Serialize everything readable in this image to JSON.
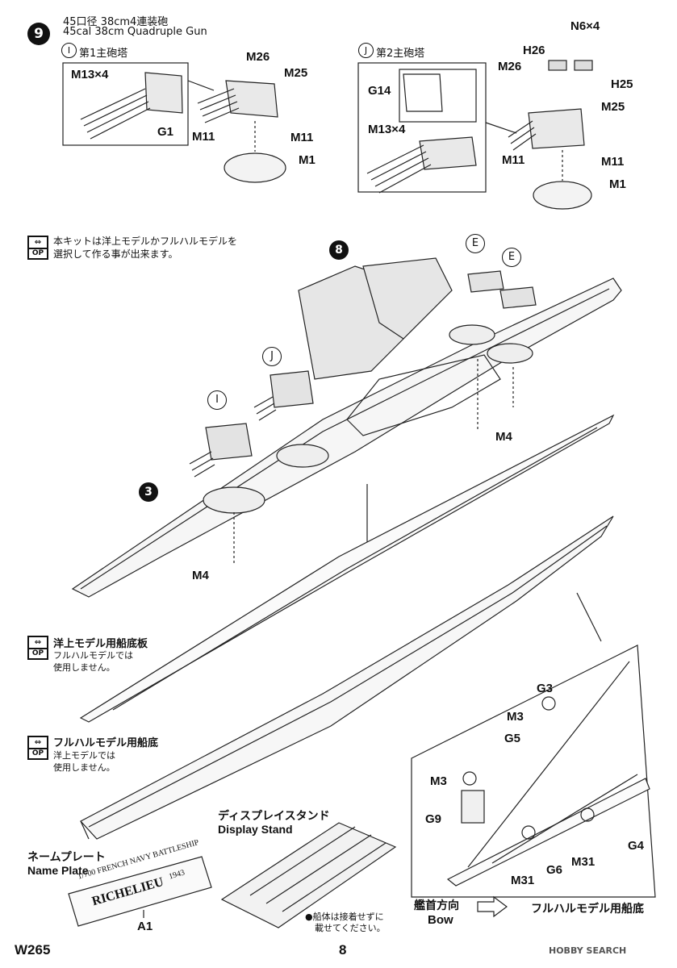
{
  "step": {
    "number": "9",
    "title_jp": "45口径 38cm4連装砲",
    "title_en": "45cal 38cm Quadruple Gun"
  },
  "turret_i": {
    "marker": "I",
    "title": "第1主砲塔",
    "labels": {
      "m13": "M13×4",
      "g1": "G1",
      "m26": "M26",
      "m25": "M25",
      "m11a": "M11",
      "m11b": "M11",
      "m1": "M1"
    }
  },
  "turret_j": {
    "marker": "J",
    "title": "第2主砲塔",
    "labels": {
      "n6": "N6×4",
      "h26": "H26",
      "m26": "M26",
      "h25": "H25",
      "g14": "G14",
      "m25": "M25",
      "m13": "M13×4",
      "m11a": "M11",
      "m11b": "M11",
      "m1": "M1"
    }
  },
  "option_note": {
    "icon_top": "⇔",
    "icon_bottom": "OP",
    "text_line1": "本キットは洋上モデルかフルハルモデルを",
    "text_line2": "選択して作る事が出来ます。"
  },
  "main_assembly": {
    "marker_8": "8",
    "marker_3": "3",
    "marker_e1": "E",
    "marker_e2": "E",
    "marker_j": "J",
    "marker_i": "I",
    "m4_left": "M4",
    "m4_right": "M4"
  },
  "waterline": {
    "icon_top": "⇔",
    "icon_bottom": "OP",
    "title": "洋上モデル用船底板",
    "note1": "フルハルモデルでは",
    "note2": "使用しません。"
  },
  "fullhull": {
    "icon_top": "⇔",
    "icon_bottom": "OP",
    "title": "フルハルモデル用船底",
    "note1": "洋上モデルでは",
    "note2": "使用しません。"
  },
  "detail": {
    "g3": "G3",
    "m3a": "M3",
    "g5": "G5",
    "m3b": "M3",
    "g9": "G9",
    "m31a": "M31",
    "g6": "G6",
    "m31b": "M31",
    "g4": "G4",
    "bow_jp": "艦首方向",
    "bow_en": "Bow",
    "bottom_label": "フルハルモデル用船底"
  },
  "stand": {
    "title_jp": "ディスプレイスタンド",
    "title_en": "Display Stand",
    "note": "●船体は接着せずに",
    "note2": "載せてください。"
  },
  "nameplate": {
    "title_jp": "ネームプレート",
    "title_en": "Name Plate",
    "line1": "1/700 FRENCH NAVY BATTLESHIP",
    "line2": "RICHELIEU",
    "year": "1943",
    "part": "A1"
  },
  "footer": {
    "code": "W265",
    "page": "8",
    "watermark": "HOBBY SEARCH"
  }
}
